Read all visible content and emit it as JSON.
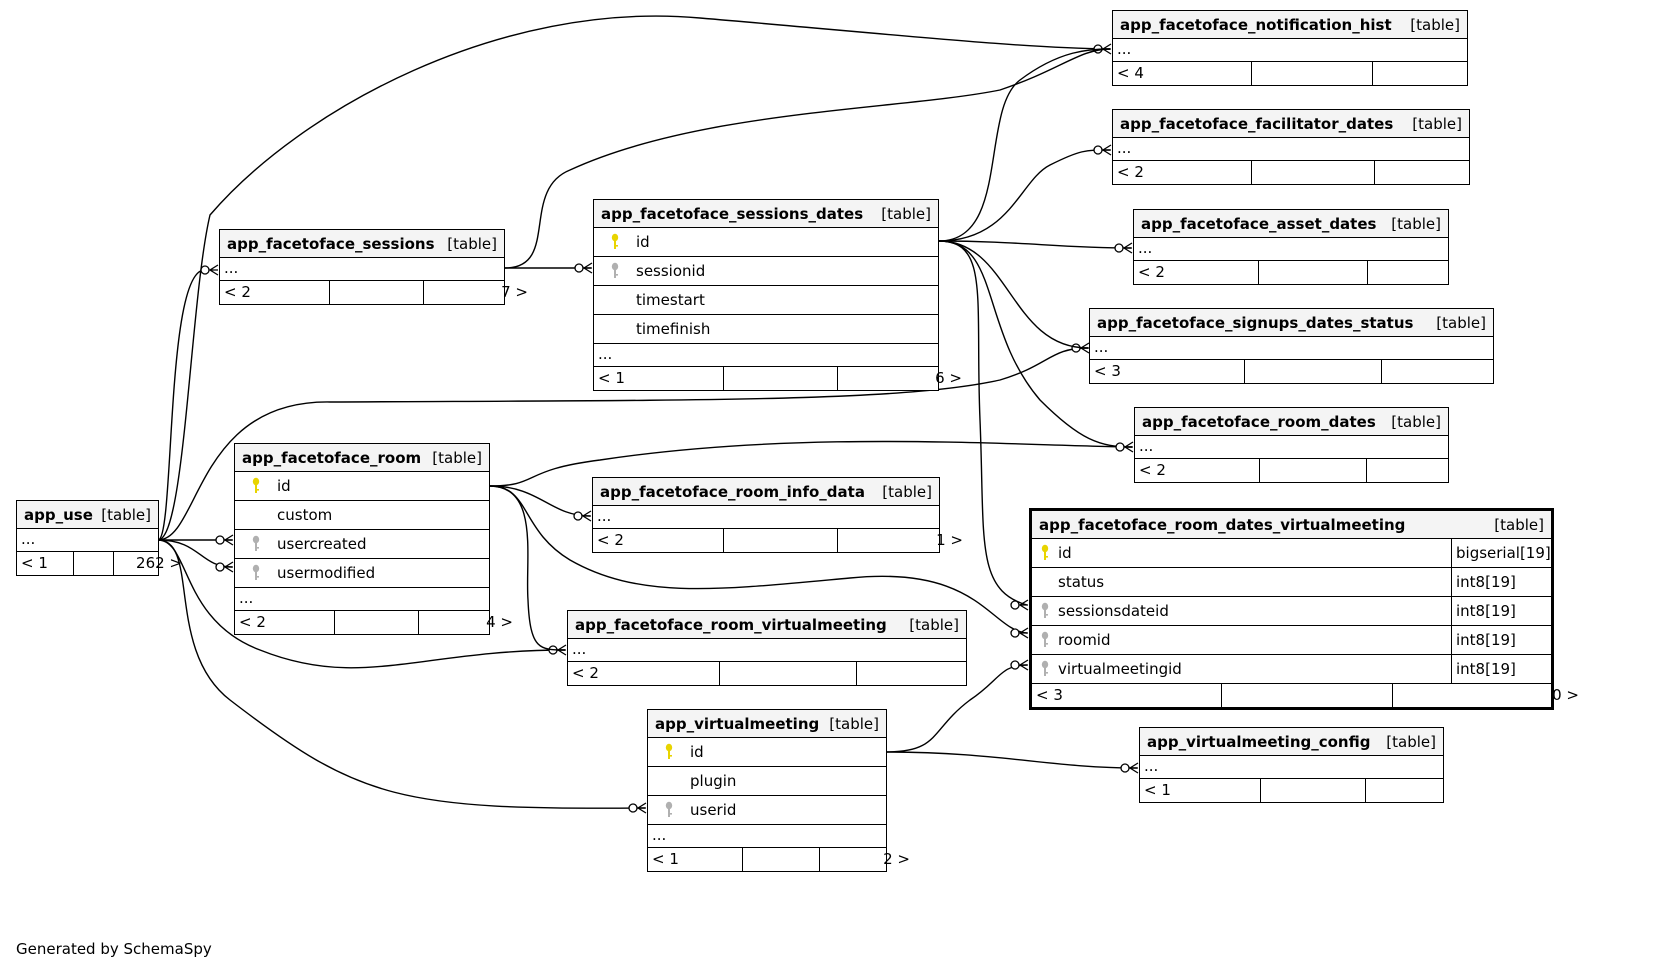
{
  "tables": [
    {
      "id": "notif",
      "name": "app_facetoface_notification_hist",
      "type": "[table]",
      "columns": [],
      "ellipsis": "...",
      "footer": [
        "< 4",
        "",
        ""
      ]
    },
    {
      "id": "facil",
      "name": "app_facetoface_facilitator_dates",
      "type": "[table]",
      "columns": [],
      "ellipsis": "...",
      "footer": [
        "< 2",
        "",
        ""
      ]
    },
    {
      "id": "asset",
      "name": "app_facetoface_asset_dates",
      "type": "[table]",
      "columns": [],
      "ellipsis": "...",
      "footer": [
        "< 2",
        "",
        ""
      ]
    },
    {
      "id": "signup",
      "name": "app_facetoface_signups_dates_status",
      "type": "[table]",
      "columns": [],
      "ellipsis": "...",
      "footer": [
        "< 3",
        "",
        ""
      ]
    },
    {
      "id": "roomdates",
      "name": "app_facetoface_room_dates",
      "type": "[table]",
      "columns": [],
      "ellipsis": "...",
      "footer": [
        "< 2",
        "",
        ""
      ]
    },
    {
      "id": "sessions",
      "name": "app_facetoface_sessions",
      "type": "[table]",
      "columns": [],
      "ellipsis": "...",
      "footer": [
        "< 2",
        "",
        "7 >"
      ]
    },
    {
      "id": "sesdates",
      "name": "app_facetoface_sessions_dates",
      "type": "[table]",
      "columns": [
        {
          "name": "id",
          "key": "primary"
        },
        {
          "name": "sessionid",
          "key": "foreign"
        },
        {
          "name": "timestart",
          "key": "none"
        },
        {
          "name": "timefinish",
          "key": "none"
        }
      ],
      "ellipsis": "...",
      "footer": [
        "< 1",
        "",
        "6 >"
      ]
    },
    {
      "id": "room",
      "name": "app_facetoface_room",
      "type": "[table]",
      "columns": [
        {
          "name": "id",
          "key": "primary"
        },
        {
          "name": "custom",
          "key": "none"
        },
        {
          "name": "usercreated",
          "key": "foreign"
        },
        {
          "name": "usermodified",
          "key": "foreign"
        }
      ],
      "ellipsis": "...",
      "footer": [
        "< 2",
        "",
        "4 >"
      ]
    },
    {
      "id": "roominfo",
      "name": "app_facetoface_room_info_data",
      "type": "[table]",
      "columns": [],
      "ellipsis": "...",
      "footer": [
        "< 2",
        "",
        "1 >"
      ]
    },
    {
      "id": "roomvm",
      "name": "app_facetoface_room_virtualmeeting",
      "type": "[table]",
      "columns": [],
      "ellipsis": "...",
      "footer": [
        "< 2",
        "",
        ""
      ]
    },
    {
      "id": "user",
      "name": "app_user",
      "type": "[table]",
      "columns": [],
      "ellipsis": "...",
      "footer": [
        "< 1",
        "",
        "262 >"
      ]
    },
    {
      "id": "rdvm",
      "name": "app_facetoface_room_dates_virtualmeeting",
      "type": "[table]",
      "focus": true,
      "columns": [
        {
          "name": "id",
          "key": "primary",
          "dtype": "bigserial[19]"
        },
        {
          "name": "status",
          "key": "none",
          "dtype": "int8[19]"
        },
        {
          "name": "sessionsdateid",
          "key": "foreign",
          "dtype": "int8[19]"
        },
        {
          "name": "roomid",
          "key": "foreign",
          "dtype": "int8[19]"
        },
        {
          "name": "virtualmeetingid",
          "key": "foreign",
          "dtype": "int8[19]"
        }
      ],
      "ellipsis": "",
      "footer": [
        "< 3",
        "",
        "0 >"
      ]
    },
    {
      "id": "vm",
      "name": "app_virtualmeeting",
      "type": "[table]",
      "columns": [
        {
          "name": "id",
          "key": "primary"
        },
        {
          "name": "plugin",
          "key": "none"
        },
        {
          "name": "userid",
          "key": "foreign"
        }
      ],
      "ellipsis": "...",
      "footer": [
        "< 1",
        "",
        "2 >"
      ]
    },
    {
      "id": "vmconf",
      "name": "app_virtualmeeting_config",
      "type": "[table]",
      "columns": [],
      "ellipsis": "...",
      "footer": [
        "< 1",
        "",
        ""
      ]
    }
  ],
  "colors": {
    "primary_key": "#e8d400",
    "foreign_key": "#b0b0b0",
    "header_bg": "#f4f4f4"
  },
  "credit": "Generated by SchemaSpy"
}
